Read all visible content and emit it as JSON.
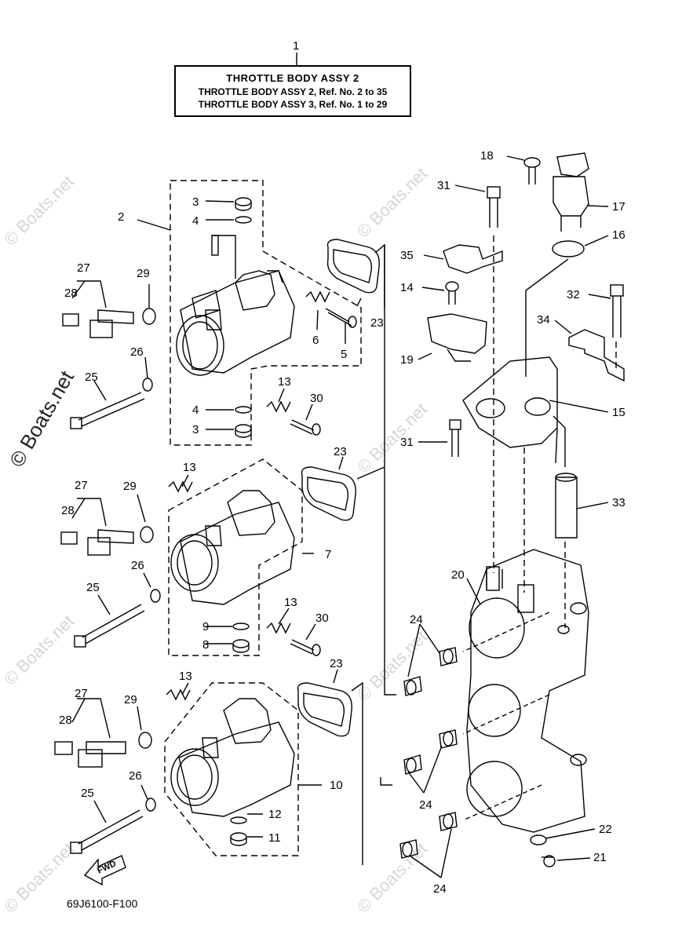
{
  "title": {
    "ref": "1",
    "line1": "THROTTLE  BODY ASSY 2",
    "line2": "THROTTLE BODY ASSY 2,  Ref. No. 2 to 35",
    "line3": "THROTTLE BODY ASSY 3,  Ref. No. 1 to 29"
  },
  "watermarks": {
    "text": "© Boats.net",
    "left_text": "© Boats.net"
  },
  "diagram_code": "69J6100-F100",
  "fwd_label": "FWD",
  "callouts": {
    "c2": "2",
    "c3a": "3",
    "c4a": "4",
    "c27a": "27",
    "c29a": "29",
    "c28a": "28",
    "c6": "6",
    "c5": "5",
    "c23a": "23",
    "c26a": "26",
    "c25a": "25",
    "c13a": "13",
    "c30a": "30",
    "c4b": "4",
    "c3b": "3",
    "c13b": "13",
    "c23b": "23",
    "c27b": "27",
    "c29b": "29",
    "c28b": "28",
    "c7": "7",
    "c26b": "26",
    "c25b": "25",
    "c13c": "13",
    "c30b": "30",
    "c9": "9",
    "c8": "8",
    "c13d": "13",
    "c23c": "23",
    "c27c": "27",
    "c29c": "29",
    "c28c": "28",
    "c26c": "26",
    "c25c": "25",
    "c10": "10",
    "c12": "12",
    "c11": "11",
    "c18": "18",
    "c31a": "31",
    "c17": "17",
    "c16": "16",
    "c35": "35",
    "c14": "14",
    "c32": "32",
    "c34": "34",
    "c19": "19",
    "c15": "15",
    "c31b": "31",
    "c33": "33",
    "c20": "20",
    "c24a": "24",
    "c24b": "24",
    "c22": "22",
    "c21": "21",
    "c24c": "24"
  },
  "colors": {
    "line": "#000000",
    "watermark": "#d6d6d6"
  }
}
